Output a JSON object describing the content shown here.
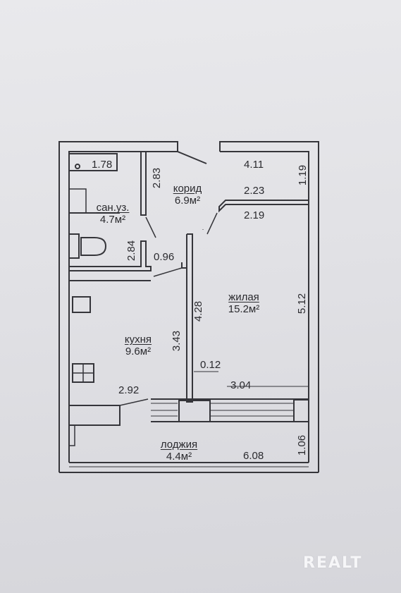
{
  "rooms": {
    "bathroom": {
      "name": "сан.уз.",
      "area": "4.7м²"
    },
    "corridor": {
      "name": "корид",
      "area": "6.9м²"
    },
    "living": {
      "name": "жилая",
      "area": "15.2м²"
    },
    "kitchen": {
      "name": "кухня",
      "area": "9.6м²"
    },
    "loggia": {
      "name": "лоджия",
      "area": "4.4м²"
    }
  },
  "dimensions": {
    "d_1_78": "1.78",
    "d_2_83": "2.83",
    "d_2_84": "2.84",
    "d_0_96": "0.96",
    "d_4_11": "4.11",
    "d_1_19": "1.19",
    "d_2_23": "2.23",
    "d_2_19": "2.19",
    "d_4_28": "4.28",
    "d_5_12": "5.12",
    "d_3_43": "3.43",
    "d_0_12": "0.12",
    "d_3_04": "3.04",
    "d_2_92": "2.92",
    "d_1_06": "1.06",
    "d_6_08": "6.08"
  },
  "watermark": "REALT",
  "colors": {
    "wall": "#35353a",
    "background": "#e4e4e8"
  }
}
